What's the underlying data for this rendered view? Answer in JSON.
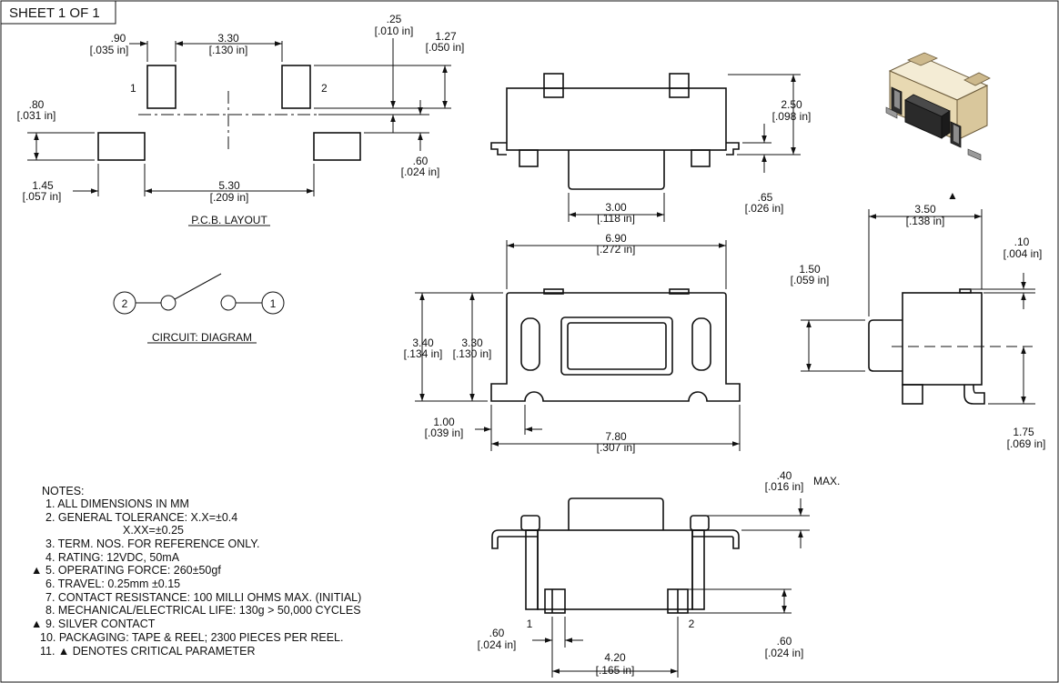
{
  "sheet_label": "SHEET 1 OF 1",
  "pcb_layout": {
    "title": "P.C.B. LAYOUT",
    "pin1": "1",
    "pin2": "2",
    "dims": {
      "pad_w": [
        ".90",
        "[.035 in]"
      ],
      "pad_gap": [
        "3.30",
        "[.130 in]"
      ],
      "pad_offset": [
        ".25",
        "[.010 in]"
      ],
      "pad_h": [
        "1.27",
        "[.050 in]"
      ],
      "lower_pad_h": [
        ".80",
        "[.031 in]"
      ],
      "lower_pad_off": [
        ".60",
        "[.024 in]"
      ],
      "lower_pad_w": [
        "1.45",
        "[.057 in]"
      ],
      "lower_gap": [
        "5.30",
        "[.209 in]"
      ]
    }
  },
  "circuit": {
    "title": "CIRCUIT: DIAGRAM",
    "node_left": "2",
    "node_right": "1"
  },
  "front_view": {
    "dims": {
      "height": [
        "2.50",
        "[.098 in]"
      ],
      "leg": [
        ".65",
        "[.026 in]"
      ],
      "actuator_w": [
        "3.00",
        "[.118 in]"
      ]
    }
  },
  "top_view": {
    "dims": {
      "width": [
        "6.90",
        "[.272 in]"
      ],
      "outer_h": [
        "3.40",
        "[.134 in]"
      ],
      "inner_h": [
        "3.30",
        "[.130 in]"
      ],
      "lead_w": [
        "1.00",
        "[.039 in]"
      ],
      "overall_w": [
        "7.80",
        "[.307 in]"
      ]
    }
  },
  "side_view": {
    "critical_mark": "▲",
    "dims": {
      "depth": [
        "3.50",
        "[.138 in]"
      ],
      "tab": [
        ".10",
        "[.004 in]"
      ],
      "actuator_h": [
        "1.50",
        "[.059 in]"
      ],
      "center_h": [
        "1.75",
        "[.069 in]"
      ]
    }
  },
  "bottom_view": {
    "pin1": "1",
    "pin2": "2",
    "dims": {
      "max_h": [
        ".40",
        "[.016 in]"
      ],
      "max_label": "MAX.",
      "pad_w": [
        ".60",
        "[.024 in]"
      ],
      "pad_h": [
        ".60",
        "[.024 in]"
      ],
      "pitch": [
        "4.20",
        "[.165 in]"
      ]
    }
  },
  "notes": {
    "heading": "NOTES:",
    "lines": [
      {
        "mark": "",
        "text": "1. ALL DIMENSIONS IN MM"
      },
      {
        "mark": "",
        "text": "2. GENERAL TOLERANCE: X.X=±0.4"
      },
      {
        "mark": "",
        "text": "X.XX=±0.25"
      },
      {
        "mark": "",
        "text": "3. TERM. NOS. FOR REFERENCE ONLY."
      },
      {
        "mark": "",
        "text": "4. RATING: 12VDC, 50mA"
      },
      {
        "mark": "▲",
        "text": "5. OPERATING FORCE: 260±50gf"
      },
      {
        "mark": "",
        "text": "6. TRAVEL: 0.25mm ±0.15"
      },
      {
        "mark": "",
        "text": "7. CONTACT RESISTANCE: 100 MILLI OHMS MAX. (INITIAL)"
      },
      {
        "mark": "",
        "text": "8. MECHANICAL/ELECTRICAL LIFE: 130g > 50,000 CYCLES"
      },
      {
        "mark": "▲",
        "text": "9. SILVER CONTACT"
      },
      {
        "mark": "",
        "text": "10. PACKAGING: TAPE & REEL; 2300 PIECES PER REEL."
      },
      {
        "mark": "",
        "text": "11. ▲ DENOTES CRITICAL PARAMETER"
      }
    ]
  },
  "colors": {
    "line": "#111111",
    "body_cream": "#efe4c8",
    "body_dark": "#2c2c2c",
    "pin_gray": "#8c8c8c"
  }
}
